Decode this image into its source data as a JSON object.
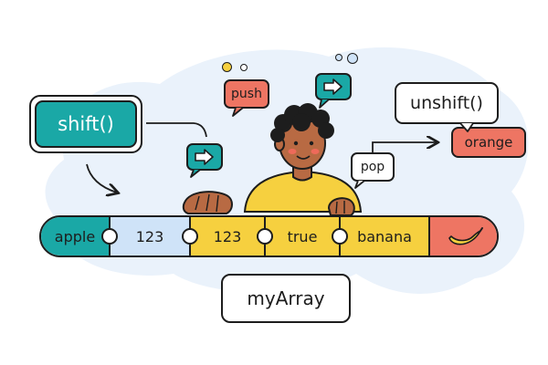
{
  "methods": {
    "shift": "shift()",
    "push": "push",
    "unshift": "unshift()",
    "pop": "pop"
  },
  "shifted_value": "orange",
  "array": {
    "name": "myArray",
    "elements": [
      "apple",
      "123",
      "123",
      "true",
      "banana"
    ]
  },
  "icons": {
    "arrow": "right-arrow-icon",
    "fruit": "banana-icon",
    "character": "person-illustration"
  },
  "colors": {
    "teal": "#1aa8a6",
    "coral": "#ee7563",
    "yellow": "#f6d03f",
    "light_blue": "#cfe3f8",
    "background_blob": "#eaf2fb"
  }
}
